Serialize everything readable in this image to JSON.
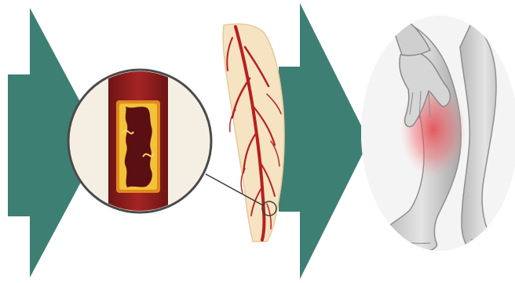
{
  "colors": {
    "background": "#ffffff",
    "arrow_teal": "#3e7f74",
    "artery_wall": "#8f1e1e",
    "artery_dark": "#6e1414",
    "plaque_yellow": "#f2c23a",
    "plaque_orange": "#e08a1e",
    "lumen_dark": "#5a0f12",
    "skin_tone": "#f6e3c2",
    "vessel_red": "#b81f1f",
    "leg_gray": "#c9c9c9",
    "leg_shadow": "#8f8f8f",
    "pain_red": "#e8434a"
  },
  "icons": {
    "arrow_left": "right-arrow-icon",
    "arrow_middle": "right-arrow-icon",
    "magnifier": "magnifier-circle-icon"
  },
  "panels": [
    {
      "name": "clogged-artery-closeup"
    },
    {
      "name": "leg-arterial-network"
    },
    {
      "name": "leg-pain-photo"
    }
  ]
}
